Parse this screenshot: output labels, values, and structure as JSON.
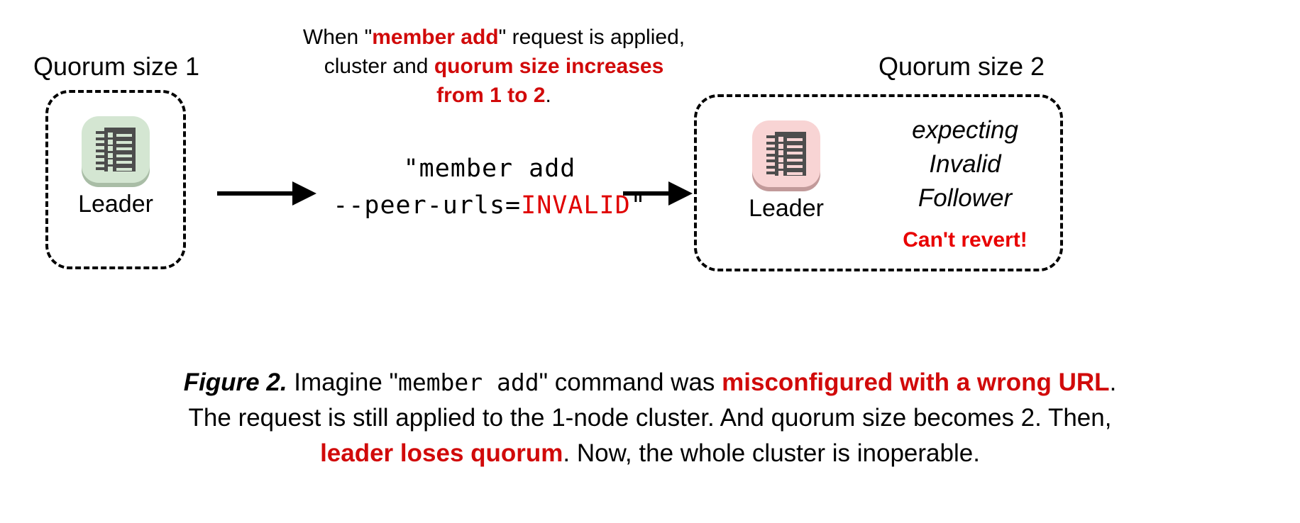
{
  "figure": {
    "top_note": {
      "line1_pre": "When \"",
      "line1_em": "member add",
      "line1_post": "\" request is applied,",
      "line2_pre": "cluster and ",
      "line2_em": "quorum size increases",
      "line3_em": "from 1 to 2",
      "line3_post": "."
    },
    "left_cluster": {
      "title": "Quorum size 1",
      "node_label": "Leader",
      "icon": "server-icon",
      "plate_color": "#d4e6d2",
      "shadow_color": "#a9bda6",
      "rack_color": "#4d4d4d"
    },
    "right_cluster": {
      "title": "Quorum size 2",
      "node_label": "Leader",
      "icon": "server-icon",
      "plate_color": "#f8d4d4",
      "shadow_color": "#c29a9a",
      "rack_color": "#4d4d4d",
      "status_lines": [
        "expecting",
        "Invalid",
        "Follower"
      ],
      "warning": "Can't revert!"
    },
    "command": {
      "line1": "\"member add",
      "line2_pre": "--peer-urls=",
      "line2_invalid": "INVALID",
      "line2_post": "\""
    },
    "caption": {
      "fig_num": "Figure 2.",
      "seg1": " Imagine \"",
      "seg2_mono": "member add",
      "seg3": "\" command was ",
      "seg4_em": "misconfigured with a wrong URL",
      "seg5": ".",
      "seg6": "The request is still applied to the 1-node cluster. And quorum size becomes 2. Then,",
      "seg7_em": "leader loses quorum",
      "seg8": ". Now, the whole cluster is inoperable."
    },
    "colors": {
      "accent_red": "#d10a0a",
      "invalid_red": "#e00000",
      "warning_red": "#e80000",
      "text_black": "#000000"
    }
  }
}
